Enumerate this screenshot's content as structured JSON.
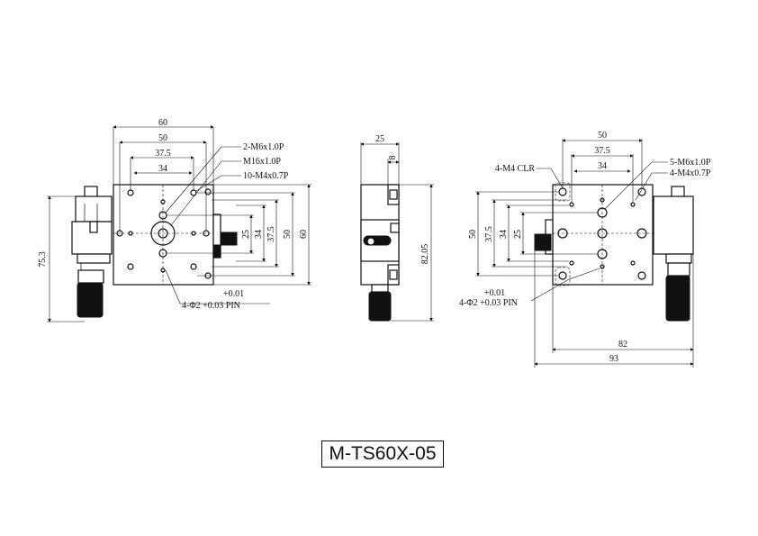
{
  "model": "M-TS60X-05",
  "front_view": {
    "dims": [
      "60",
      "50",
      "37.5",
      "34",
      "25",
      "34",
      "37.5",
      "50",
      "60",
      "75.3"
    ],
    "callouts": [
      "2-M6x1.0P",
      "M16x1.0P",
      "10-M4x0.7P"
    ],
    "pin_tol": "+0.01",
    "pin_label": "4-Φ2 +0.03 PIN"
  },
  "side_view": {
    "dims": [
      "25",
      "8",
      "82.05"
    ]
  },
  "bottom_view": {
    "dims": [
      "50",
      "37.5",
      "34",
      "50",
      "37.5",
      "34",
      "25",
      "82",
      "93"
    ],
    "callouts": [
      "4-M4 CLR",
      "5-M6x1.0P",
      "4-M4x0.7P"
    ],
    "pin_tol": "+0.01",
    "pin_label": "4-Φ2 +0.03 PIN"
  }
}
